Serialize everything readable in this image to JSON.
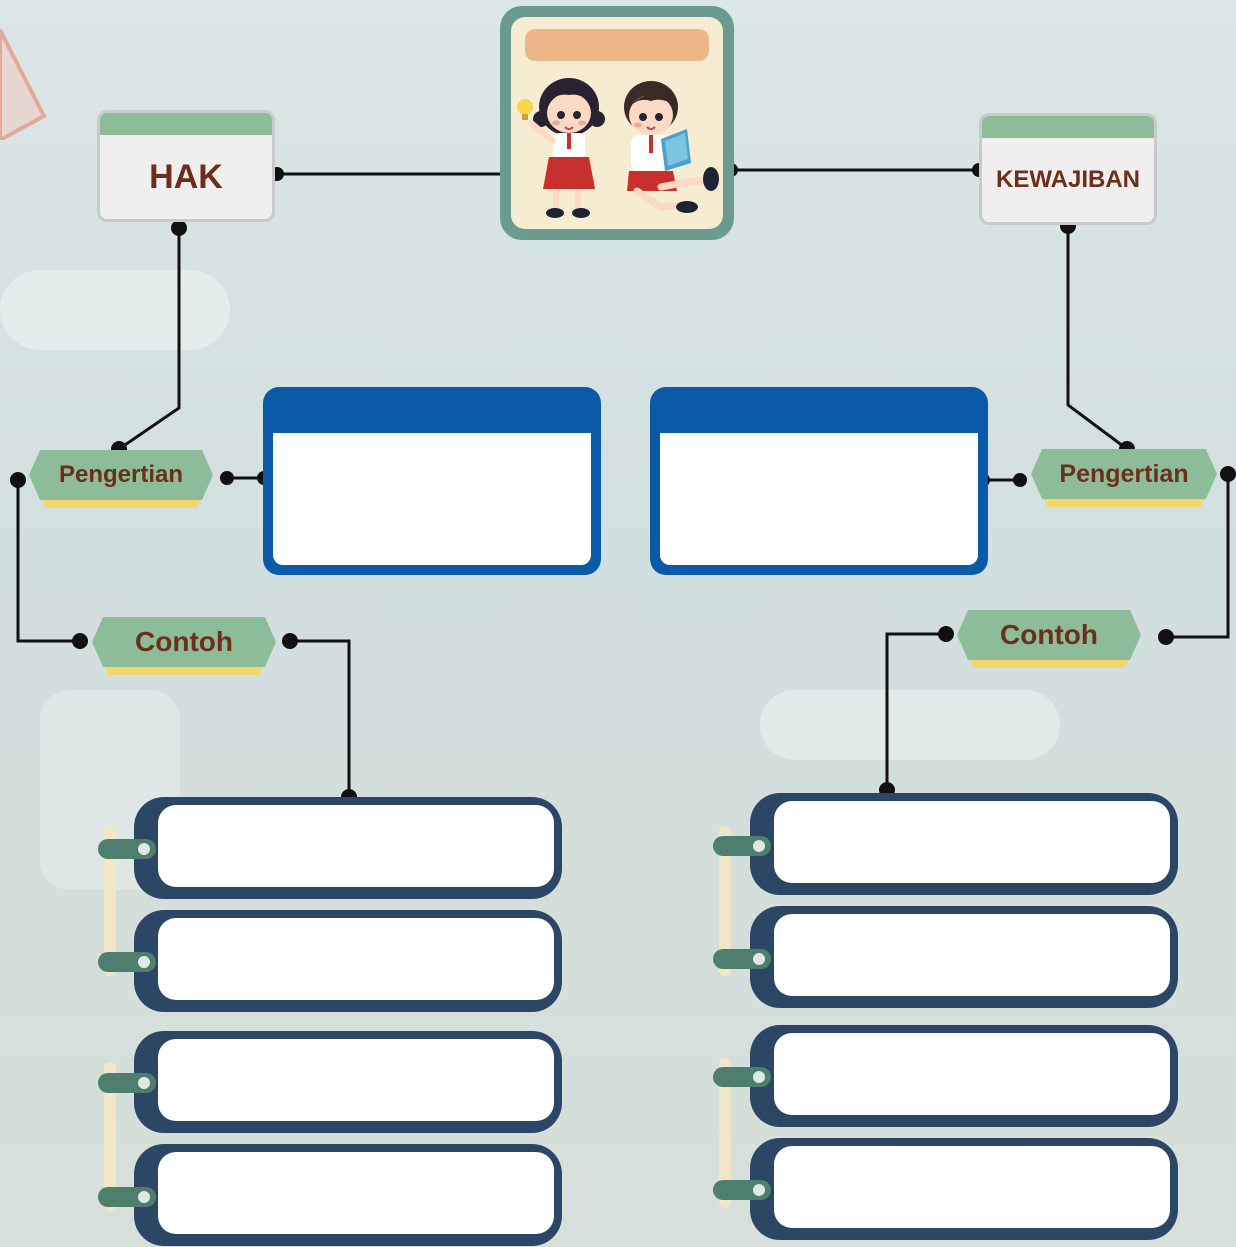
{
  "left": {
    "topic": "HAK",
    "definition_tag": "Pengertian",
    "example_tag": "Contoh"
  },
  "right": {
    "topic": "KEWAJIBAN",
    "definition_tag": "Pengertian",
    "example_tag": "Contoh"
  },
  "center": {
    "image": "children-studying-illustration"
  },
  "colors": {
    "tag_green": "#8dbc98",
    "tag_text": "#6b2f1c",
    "definition_blue": "#0a5aa8",
    "example_navy": "#2c4766",
    "frame_green": "#6b9b8f",
    "title_bar": "#ecb688"
  },
  "example_slots_per_side": 4
}
